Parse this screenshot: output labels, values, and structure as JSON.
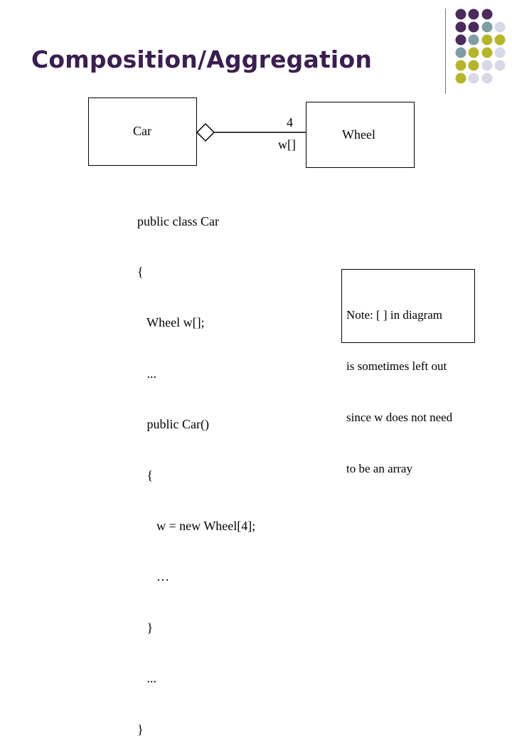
{
  "slide": {
    "title": "Composition/Aggregation",
    "accent_colors": {
      "purple": "#4b2a5c",
      "teal": "#7f9ea3",
      "olive": "#b5b52b",
      "lavender": "#d8d8e6"
    }
  },
  "diagram": {
    "car_label": "Car",
    "wheel_label": "Wheel",
    "multiplicity": "4",
    "role_name": "w[]"
  },
  "code": {
    "lines": [
      "public class Car",
      "{",
      "   Wheel w[];",
      "   ...",
      "   public Car()",
      "   {",
      "      w = new Wheel[4];",
      "      …",
      "   }",
      "   ...",
      "}"
    ]
  },
  "note": {
    "lines": [
      "Note: [ ] in diagram",
      "is sometimes left out",
      "since w does not need",
      "to be an array"
    ]
  }
}
